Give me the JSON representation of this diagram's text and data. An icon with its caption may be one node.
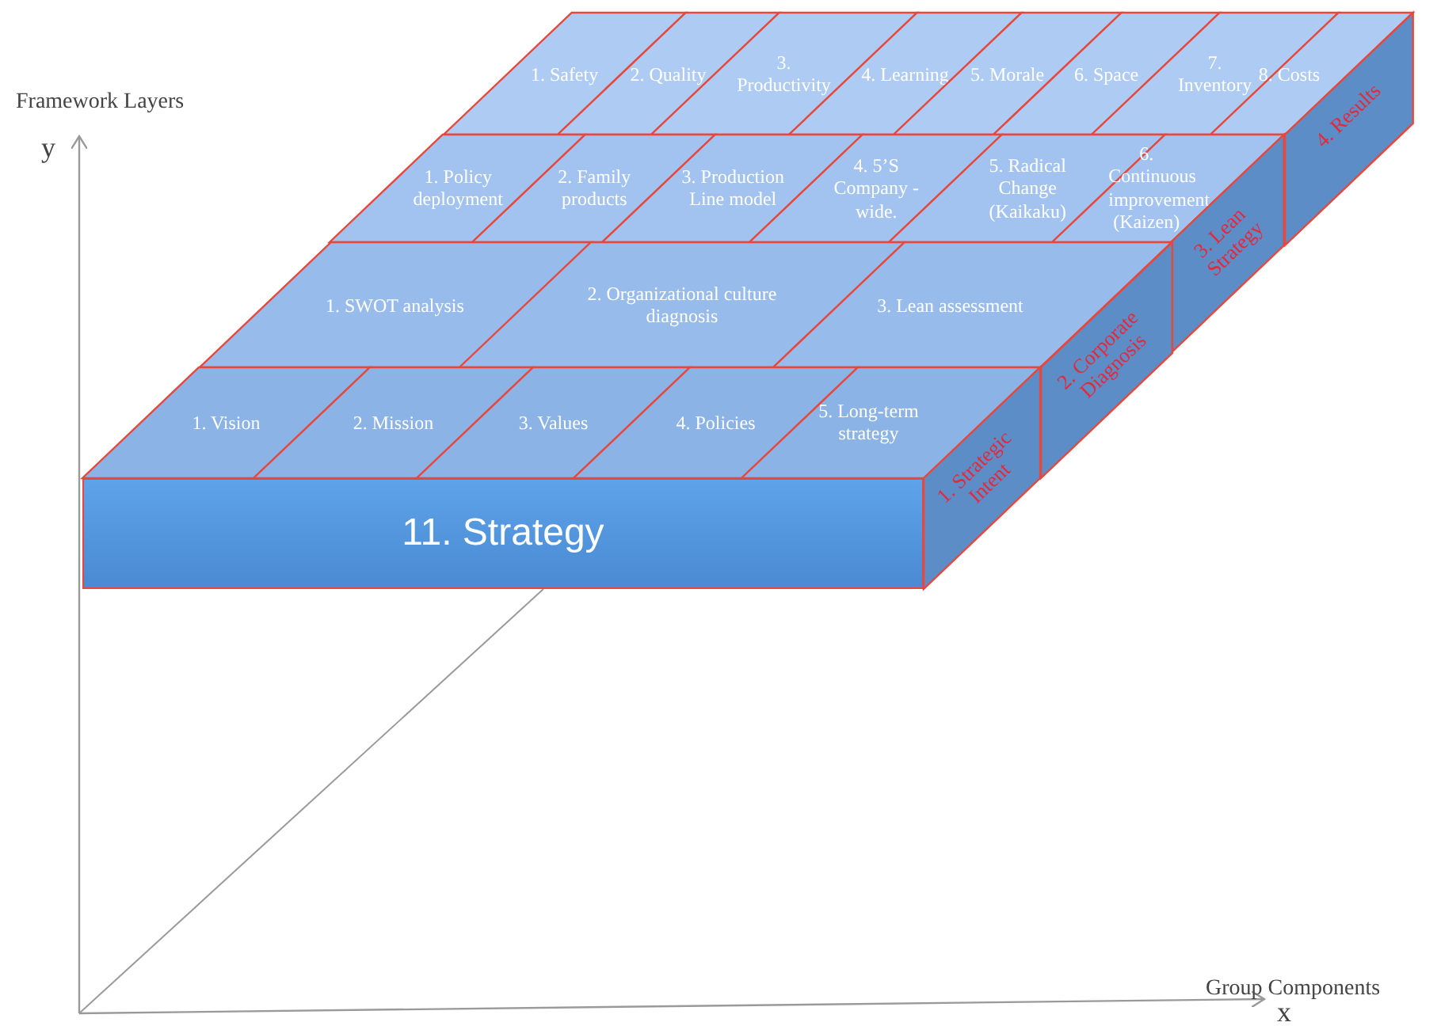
{
  "diagram": {
    "nodes": [
      {
        "text": [
          "1. Safety"
        ]
      },
      {
        "text": [
          "2. Quality"
        ]
      },
      {
        "text": [
          "3. Productivity"
        ]
      },
      {
        "text": [
          "4. Learning"
        ]
      },
      {
        "text": [
          "5. Morale"
        ]
      },
      {
        "text": [
          "6. Space"
        ]
      },
      {
        "text": [
          "7. Inventory"
        ]
      },
      {
        "text": [
          "8. Costs"
        ]
      },
      {
        "text": [
          "4. Results"
        ]
      },
      {
        "text": [
          "1. Policy deployment"
        ]
      },
      {
        "text": [
          "2. Family products"
        ]
      },
      {
        "text": [
          "3. Production Line model"
        ]
      },
      {
        "text": [
          "4. 5’S Company -wide."
        ]
      },
      {
        "text": [
          "5. Radical Change (Kaikaku)"
        ]
      },
      {
        "text": [
          "6. Continuous improvement (Kaizen)"
        ]
      },
      {
        "text": [
          "3. Lean Strategy"
        ]
      },
      {
        "text": [
          "1. SWOT analysis"
        ]
      },
      {
        "text": [
          "2. Organizational culture diagnosis"
        ]
      },
      {
        "text": [
          "3. Lean assessment"
        ]
      },
      {
        "text": [
          "2. Corporate Diagnosis"
        ]
      },
      {
        "text": [
          "1. Vision"
        ]
      },
      {
        "text": [
          "2. Mission"
        ]
      },
      {
        "text": [
          "3. Values"
        ]
      },
      {
        "text": [
          "4. Policies"
        ]
      },
      {
        "text": [
          "5. Long-term strategy"
        ]
      },
      {
        "text": [
          "1. Strategic Intent"
        ]
      },
      {
        "text": [
          "11. Strategy"
        ]
      }
    ],
    "labels": [
      "Framework Layers",
      "y",
      "Group Components",
      "x"
    ]
  }
}
